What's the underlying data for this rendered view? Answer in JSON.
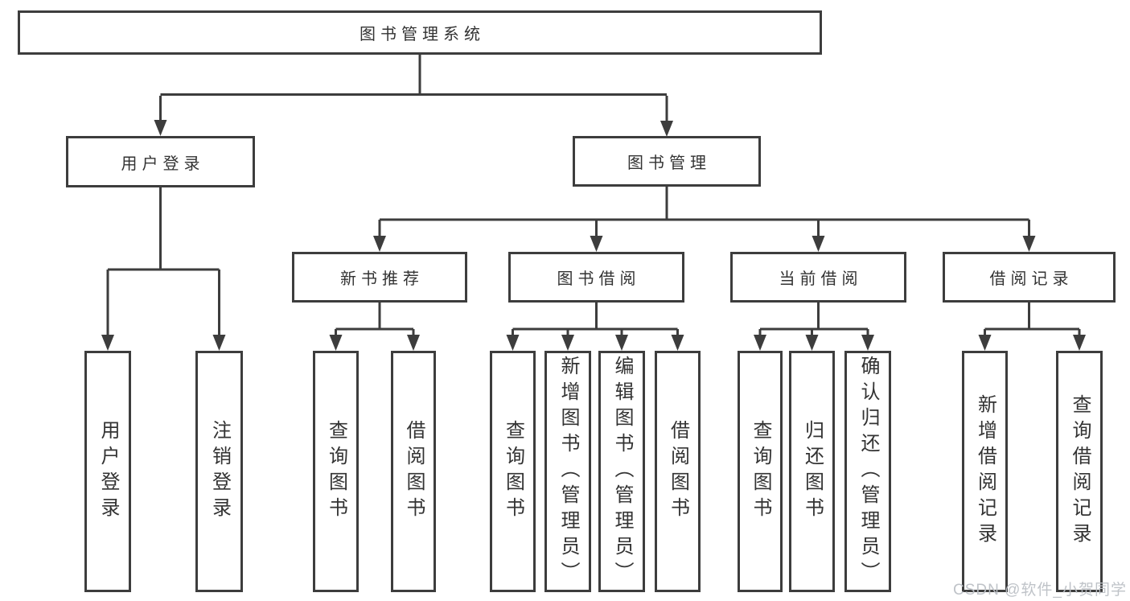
{
  "colors": {
    "line": "#3d3d3d",
    "box_border": "#3d3d3d",
    "text": "#333333",
    "watermark": "#bcc0c6",
    "background": "#ffffff"
  },
  "nodes": {
    "root": "图书管理系统",
    "user_login": "用户登录",
    "book_mgmt": "图书管理",
    "new_book": "新书推荐",
    "book_borrow": "图书借阅",
    "current_borrow": "当前借阅",
    "borrow_records": "借阅记录",
    "leaf_user_login": "用户登录",
    "leaf_logout": "注销登录",
    "leaf_nb_query": "查询图书",
    "leaf_nb_borrow": "借阅图书",
    "leaf_bb_query": "查询图书",
    "leaf_bb_add": "新增图书（管理员）",
    "leaf_bb_edit": "编辑图书（管理员）",
    "leaf_bb_borrow": "借阅图书",
    "leaf_cb_query": "查询图书",
    "leaf_cb_return": "归还图书",
    "leaf_cb_confirm": "确认归还（管理员）",
    "leaf_br_add": "新增借阅记录",
    "leaf_br_query": "查询借阅记录"
  },
  "watermark": "CSDN @软件_小贺同学"
}
